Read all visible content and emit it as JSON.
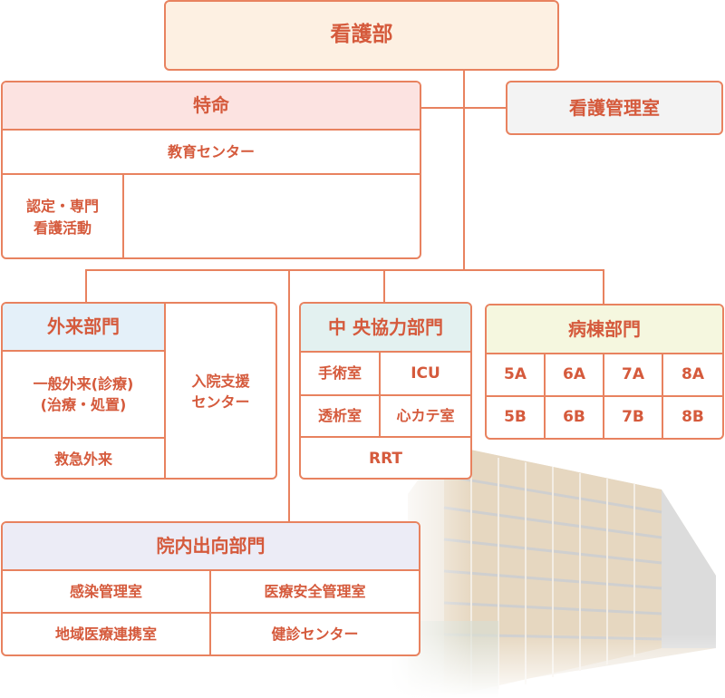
{
  "top": {
    "title": "看護部"
  },
  "admin": {
    "title": "看護管理室"
  },
  "special": {
    "title": "特命",
    "education": "教育センター",
    "certified_line1": "認定・専門",
    "certified_line2": "看護活動"
  },
  "outpatient": {
    "title": "外来部門",
    "general_line1": "一般外来(診療)",
    "general_line2": "(治療・処置)",
    "emergency": "救急外来",
    "admission_line1": "入院支援",
    "admission_line2": "センター"
  },
  "central": {
    "title": "中 央協力部門",
    "surgery": "手術室",
    "icu": "ICU",
    "dialysis": "透析室",
    "cath": "心カテ室",
    "rrt": "RRT"
  },
  "wards": {
    "title": "病棟部門",
    "items": [
      "5A",
      "6A",
      "7A",
      "8A",
      "5B",
      "6B",
      "7B",
      "8B"
    ]
  },
  "dispatch": {
    "title": "院内出向部門",
    "infection": "感染管理室",
    "safety": "医療安全管理室",
    "regional": "地域医療連携室",
    "checkup": "健診センター"
  },
  "colors": {
    "line": "#e8825f",
    "text": "#d55a3c",
    "top_fill": "#fdf0e2",
    "special_fill": "#fce3e1",
    "outpatient_fill": "#e4f0f9",
    "central_fill": "#e3f1f0",
    "wards_fill": "#f5f7df",
    "dispatch_fill": "#ececf6",
    "admin_fill": "#f3f3f3"
  }
}
